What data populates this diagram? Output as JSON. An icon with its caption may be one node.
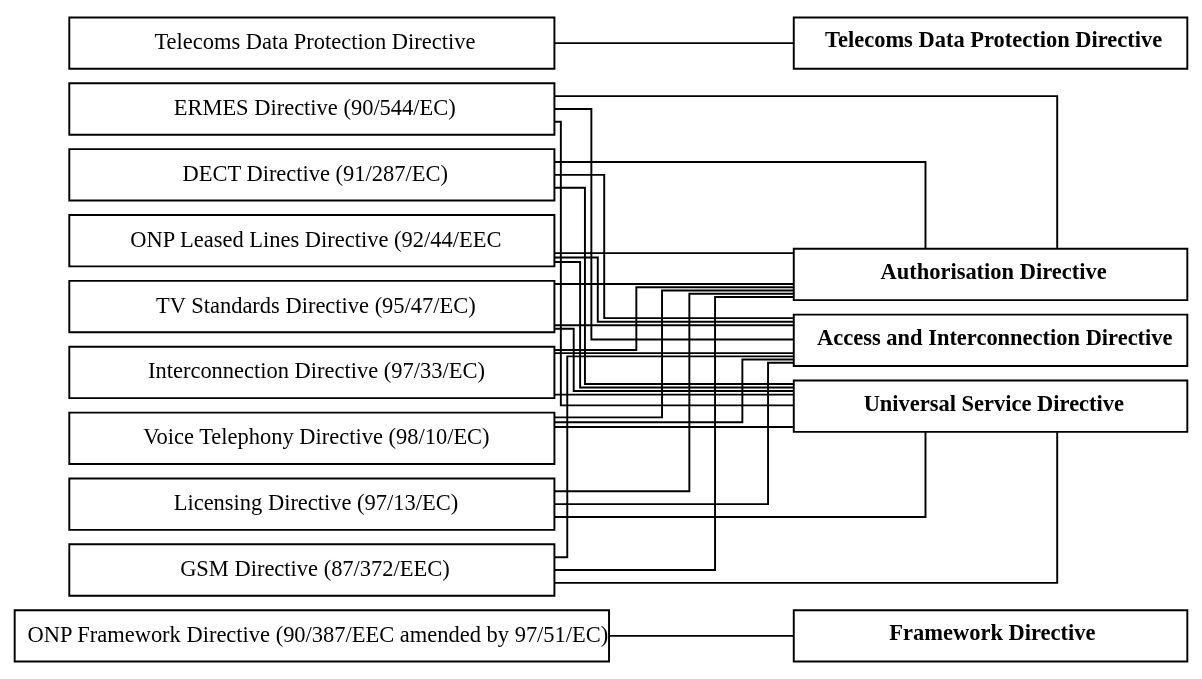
{
  "diagram": {
    "nodes": [
      {
        "text": [
          "ONP Framework Directive (90/387/EEC amended by 97/51/EC)"
        ]
      },
      {
        "text": [
          "Framework Directive"
        ]
      },
      {
        "text": [
          "Licensing Directive (97/13/EC)"
        ]
      },
      {
        "text": [
          "GSM Directive (87/372/EEC)"
        ]
      },
      {
        "text": [
          "ERMES Directive (90/544/EC)"
        ]
      },
      {
        "text": [
          "DECT Directive (91/287/EC)"
        ]
      },
      {
        "text": [
          "Authorisation Directive"
        ]
      },
      {
        "text": [
          "ONP Leased Lines Directive (92/44/EEC"
        ]
      },
      {
        "text": [
          "TV Standards Directive (95/47/EC)"
        ]
      },
      {
        "text": [
          "Interconnection Directive (97/33/EC)"
        ]
      },
      {
        "text": [
          "Voice Telephony Directive (98/10/EC)"
        ]
      },
      {
        "text": [
          "Access and Interconnection Directive"
        ]
      },
      {
        "text": [
          "Universal Service Directive"
        ]
      },
      {
        "text": [
          "Telecoms Data Protection Directive"
        ]
      },
      {
        "text": [
          "Telecoms Data Protection Directive"
        ]
      }
    ],
    "edges": [
      {
        "from": 0,
        "to": 1,
        "arrow": "none"
      },
      {
        "from": 2,
        "to": 6,
        "arrow": "none"
      },
      {
        "from": 3,
        "to": 6,
        "arrow": "none"
      },
      {
        "from": 4,
        "to": 6,
        "arrow": "none"
      },
      {
        "from": 5,
        "to": 6,
        "arrow": "none"
      },
      {
        "from": 7,
        "to": 6,
        "arrow": "none"
      },
      {
        "from": 8,
        "to": 6,
        "arrow": "none"
      },
      {
        "from": 9,
        "to": 6,
        "arrow": "none"
      },
      {
        "from": 10,
        "to": 6,
        "arrow": "none"
      },
      {
        "from": 2,
        "to": 11,
        "arrow": "none"
      },
      {
        "from": 3,
        "to": 11,
        "arrow": "none"
      },
      {
        "from": 4,
        "to": 11,
        "arrow": "none"
      },
      {
        "from": 5,
        "to": 11,
        "arrow": "none"
      },
      {
        "from": 7,
        "to": 11,
        "arrow": "none"
      },
      {
        "from": 8,
        "to": 11,
        "arrow": "none"
      },
      {
        "from": 9,
        "to": 11,
        "arrow": "none"
      },
      {
        "from": 10,
        "to": 11,
        "arrow": "none"
      },
      {
        "from": 2,
        "to": 12,
        "arrow": "none"
      },
      {
        "from": 3,
        "to": 12,
        "arrow": "none"
      },
      {
        "from": 4,
        "to": 12,
        "arrow": "none"
      },
      {
        "from": 5,
        "to": 12,
        "arrow": "none"
      },
      {
        "from": 7,
        "to": 12,
        "arrow": "none"
      },
      {
        "from": 8,
        "to": 12,
        "arrow": "none"
      },
      {
        "from": 9,
        "to": 12,
        "arrow": "none"
      },
      {
        "from": 10,
        "to": 12,
        "arrow": "none"
      },
      {
        "from": 13,
        "to": 14,
        "arrow": "none"
      }
    ]
  }
}
